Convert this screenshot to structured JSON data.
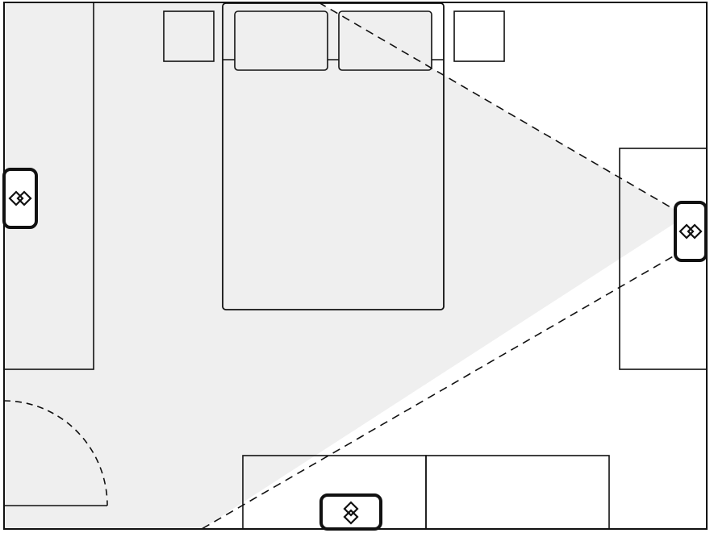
{
  "colors": {
    "background": "#ffffff",
    "line": "#111111",
    "coverage_fill": "#efefef",
    "sensor_outline": "#111111"
  },
  "room": {
    "furniture": [
      "bed",
      "pillow-left",
      "pillow-right",
      "nightstand-left",
      "nightstand-right",
      "wardrobe-left",
      "cabinet-right",
      "dresser-left",
      "dresser-right"
    ],
    "door": {
      "swing_style": "dashed",
      "location": "bottom-left"
    }
  },
  "sensors": [
    {
      "id": "left-wall-sensor",
      "icon": "sensor-icon",
      "wall": "left",
      "coverage_shown": false
    },
    {
      "id": "right-wall-sensor",
      "icon": "sensor-icon",
      "wall": "right",
      "coverage_shown": true
    },
    {
      "id": "bottom-wall-sensor",
      "icon": "sensor-icon",
      "wall": "bottom",
      "coverage_shown": false
    }
  ],
  "coverage": {
    "source_sensor": "right-wall-sensor",
    "boundary_style": "dashed"
  }
}
